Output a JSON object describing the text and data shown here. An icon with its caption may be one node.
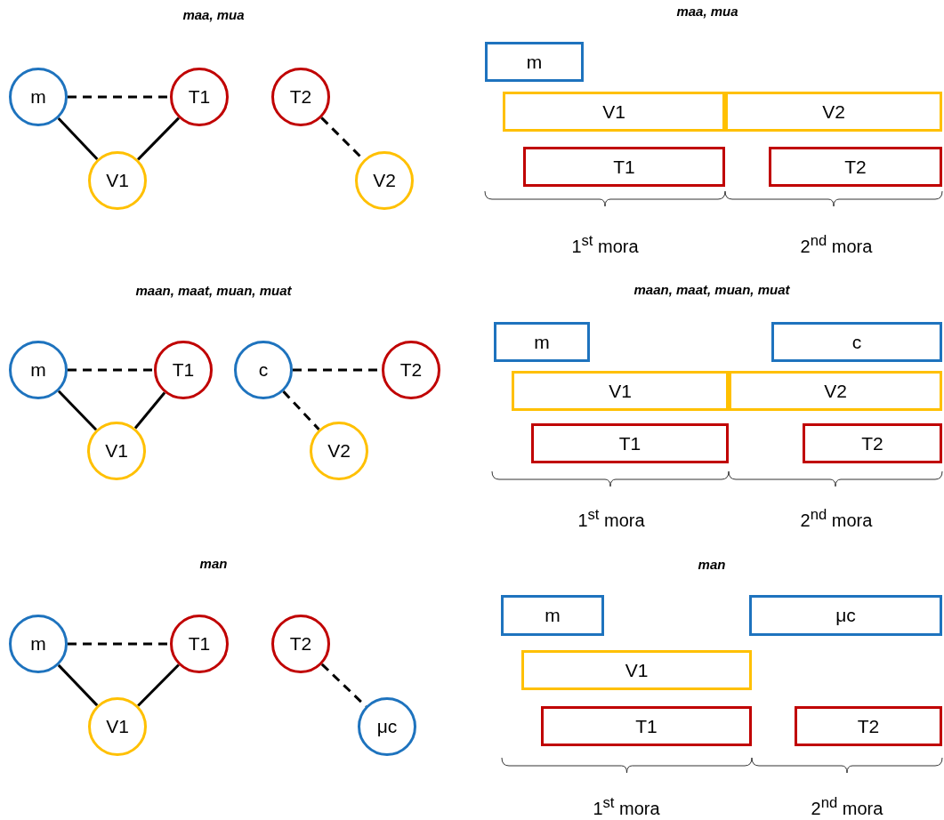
{
  "diagram": {
    "nodes": [
      {
        "text": [
          "m"
        ]
      },
      {
        "text": [
          "T1"
        ]
      },
      {
        "text": [
          "T2"
        ]
      },
      {
        "text": [
          "V1"
        ]
      },
      {
        "text": [
          "V2"
        ]
      },
      {
        "text": [
          "m"
        ]
      },
      {
        "text": [
          "V1"
        ]
      },
      {
        "text": [
          "V2"
        ]
      },
      {
        "text": [
          "T1"
        ]
      },
      {
        "text": [
          "T2"
        ]
      },
      {
        "text": [
          "m"
        ]
      },
      {
        "text": [
          "T1"
        ]
      },
      {
        "text": [
          "c"
        ]
      },
      {
        "text": [
          "T2"
        ]
      },
      {
        "text": [
          "V1"
        ]
      },
      {
        "text": [
          "V2"
        ]
      },
      {
        "text": [
          "m"
        ]
      },
      {
        "text": [
          "c"
        ]
      },
      {
        "text": [
          "V1"
        ]
      },
      {
        "text": [
          "V2"
        ]
      },
      {
        "text": [
          "T1"
        ]
      },
      {
        "text": [
          "T2"
        ]
      },
      {
        "text": [
          "m"
        ]
      },
      {
        "text": [
          "T1"
        ]
      },
      {
        "text": [
          "T2"
        ]
      },
      {
        "text": [
          "V1"
        ]
      },
      {
        "text": [
          "μc"
        ]
      },
      {
        "text": [
          "m"
        ]
      },
      {
        "text": [
          "μc"
        ]
      },
      {
        "text": [
          "V1"
        ]
      },
      {
        "text": [
          "T1"
        ]
      },
      {
        "text": [
          "T2"
        ]
      }
    ],
    "edges": [
      {
        "from": 0,
        "to": 1,
        "arrow": "none",
        "style": "dashed"
      },
      {
        "from": 0,
        "to": 3,
        "arrow": "none"
      },
      {
        "from": 1,
        "to": 3,
        "arrow": "none"
      },
      {
        "from": 2,
        "to": 4,
        "arrow": "none",
        "style": "dashed"
      },
      {
        "from": 10,
        "to": 11,
        "arrow": "none",
        "style": "dashed"
      },
      {
        "from": 10,
        "to": 14,
        "arrow": "none"
      },
      {
        "from": 11,
        "to": 14,
        "arrow": "none"
      },
      {
        "from": 12,
        "to": 13,
        "arrow": "none",
        "style": "dashed"
      },
      {
        "from": 12,
        "to": 15,
        "arrow": "none",
        "style": "dashed"
      },
      {
        "from": 22,
        "to": 23,
        "arrow": "none",
        "style": "dashed"
      },
      {
        "from": 22,
        "to": 25,
        "arrow": "none"
      },
      {
        "from": 23,
        "to": 25,
        "arrow": "none"
      },
      {
        "from": 24,
        "to": 26,
        "arrow": "none",
        "style": "dashed"
      }
    ],
    "labels": [
      "maa, mua",
      "maa, mua",
      "1$^{st}$ mora",
      "2$^{nd}$ mora",
      "maan, maat, muan, muat",
      "maan, maat, muan, muat",
      "1$^{st}$ mora",
      "2$^{nd}$ mora",
      "man",
      "man",
      "1$^{st}$ mora",
      "2$^{nd}$ mora"
    ]
  }
}
